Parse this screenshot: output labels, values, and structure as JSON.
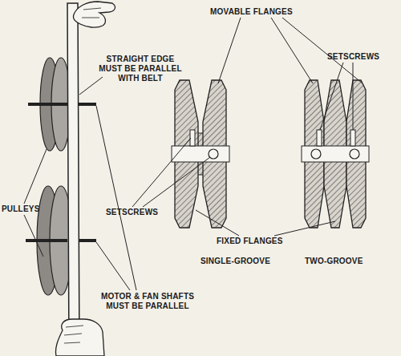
{
  "diagram": {
    "labels": [
      "MOVABLE FLANGES",
      "SETSCREWS",
      "STRAIGHT EDGE MUST BE PARALLEL WITH BELT",
      "PULLEYS",
      "SETSCREWS",
      "FIXED FLANGES",
      "SINGLE-GROOVE",
      "TWO-GROOVE",
      "MOTOR & FAN SHAFTS MUST BE PARALLEL"
    ]
  }
}
